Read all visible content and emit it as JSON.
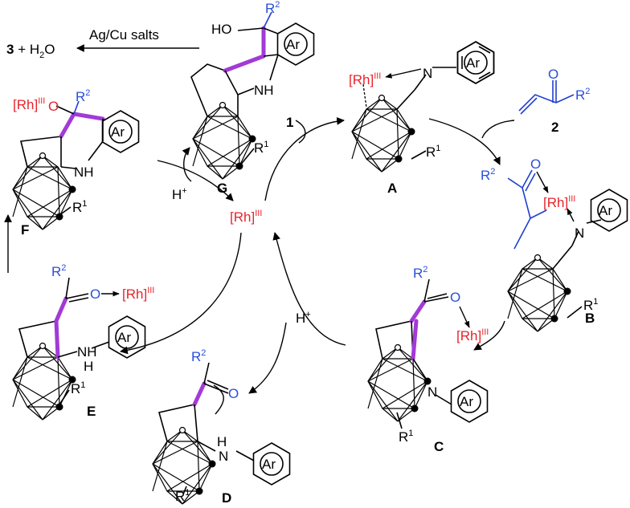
{
  "colors": {
    "rhodium": "#e8242c",
    "substituent": "#2a4fd8",
    "new_bond": "#a23ad6",
    "ink": "#000000"
  },
  "labels": {
    "product": "3",
    "water": " + H",
    "water_sub": "2",
    "water_end": "O",
    "reagent": "Ag/Cu salts",
    "substrate": "1",
    "enone": "2",
    "catalyst": "[Rh]",
    "oxidation": "III",
    "proton": "H",
    "proton_sup": "+",
    "aryl": "Ar",
    "r1": "R",
    "r1_sup": "1",
    "r2": "R",
    "r2_sup": "2",
    "n": "N",
    "nh": "NH",
    "h": "H",
    "o": "O",
    "ho": "HO"
  },
  "intermediates": [
    "A",
    "B",
    "C",
    "D",
    "E",
    "F",
    "G"
  ]
}
